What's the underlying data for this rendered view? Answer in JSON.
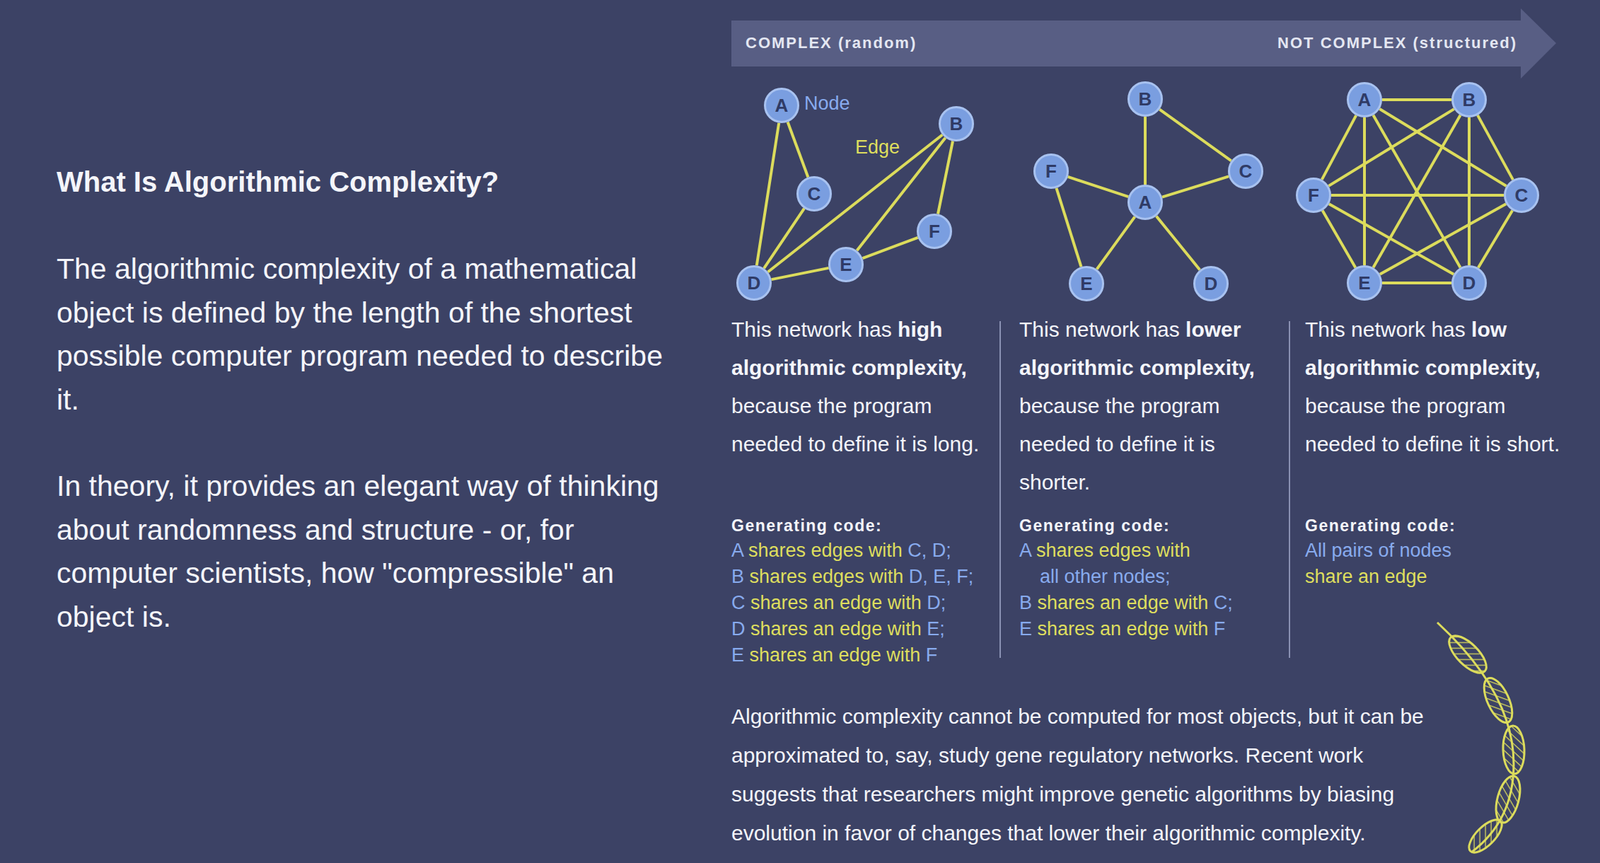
{
  "diagram": {
    "title": "What Is Algorithmic Complexity?",
    "nodes": [
      {
        "text": [
          "A"
        ]
      },
      {
        "text": [
          "B"
        ]
      },
      {
        "text": [
          "C"
        ]
      },
      {
        "text": [
          "D"
        ]
      },
      {
        "text": [
          "E"
        ]
      },
      {
        "text": [
          "F"
        ]
      },
      {
        "text": [
          "A"
        ]
      },
      {
        "text": [
          "B"
        ]
      },
      {
        "text": [
          "C"
        ]
      },
      {
        "text": [
          "D"
        ]
      },
      {
        "text": [
          "E"
        ]
      },
      {
        "text": [
          "F"
        ]
      },
      {
        "text": [
          "A"
        ]
      },
      {
        "text": [
          "B"
        ]
      },
      {
        "text": [
          "C"
        ]
      },
      {
        "text": [
          "D"
        ]
      },
      {
        "text": [
          "E"
        ]
      },
      {
        "text": [
          "F"
        ]
      }
    ],
    "edges": [
      {
        "from": 0,
        "to": 2,
        "arrow": "none"
      },
      {
        "from": 0,
        "to": 3,
        "arrow": "none"
      },
      {
        "from": 1,
        "to": 3,
        "arrow": "none"
      },
      {
        "from": 1,
        "to": 4,
        "arrow": "none"
      },
      {
        "from": 1,
        "to": 5,
        "arrow": "none"
      },
      {
        "from": 2,
        "to": 3,
        "arrow": "none"
      },
      {
        "from": 3,
        "to": 4,
        "arrow": "none"
      },
      {
        "from": 4,
        "to": 5,
        "arrow": "none"
      },
      {
        "from": 6,
        "to": 7,
        "arrow": "none"
      },
      {
        "from": 6,
        "to": 8,
        "arrow": "none"
      },
      {
        "from": 6,
        "to": 9,
        "arrow": "none"
      },
      {
        "from": 6,
        "to": 10,
        "arrow": "none"
      },
      {
        "from": 6,
        "to": 11,
        "arrow": "none"
      },
      {
        "from": 7,
        "to": 8,
        "arrow": "none"
      },
      {
        "from": 10,
        "to": 11,
        "arrow": "none"
      },
      {
        "from": 12,
        "to": 13,
        "arrow": "none"
      },
      {
        "from": 12,
        "to": 14,
        "arrow": "none"
      },
      {
        "from": 12,
        "to": 15,
        "arrow": "none"
      },
      {
        "from": 12,
        "to": 16,
        "arrow": "none"
      },
      {
        "from": 12,
        "to": 17,
        "arrow": "none"
      },
      {
        "from": 13,
        "to": 14,
        "arrow": "none"
      },
      {
        "from": 13,
        "to": 15,
        "arrow": "none"
      },
      {
        "from": 13,
        "to": 16,
        "arrow": "none"
      },
      {
        "from": 13,
        "to": 17,
        "arrow": "none"
      },
      {
        "from": 14,
        "to": 15,
        "arrow": "none"
      },
      {
        "from": 14,
        "to": 16,
        "arrow": "none"
      },
      {
        "from": 14,
        "to": 17,
        "arrow": "none"
      },
      {
        "from": 15,
        "to": 16,
        "arrow": "none"
      },
      {
        "from": 15,
        "to": 17,
        "arrow": "none"
      },
      {
        "from": 16,
        "to": 17,
        "arrow": "none"
      }
    ],
    "labels": [
      "The algorithmic complexity of a mathematical object is defined by the length of the shortest possible computer program needed to describe it.",
      "In theory, it provides an elegant way of thinking about randomness and structure - or, for computer scientists, how \"compressible\" an object is.",
      "COMPLEX (random)",
      "NOT COMPLEX (structured)",
      "Node",
      "Edge",
      "This network has",
      "high algorithmic complexity,",
      "because the program needed to define it is long.",
      "This network has",
      "lower algorithmic complexity,",
      "because the program needed to define it is shorter.",
      "This network has",
      "low algorithmic complexity,",
      "because the program needed to define it is short.",
      "Generating code:",
      "A",
      "shares edges with",
      "C, D;",
      "B",
      "shares edges with",
      "D, E, F;",
      "C",
      "shares an edge with",
      "D;",
      "D",
      "shares an edge with",
      "E;",
      "E",
      "shares an edge with",
      "F",
      "Generating code:",
      "A",
      "shares edges with",
      "all other nodes;",
      "B",
      "shares an edge with",
      "C;",
      "E",
      "shares an edge with",
      "F",
      "Generating code:",
      "All pairs of nodes",
      "share an edge",
      "Algorithmic complexity cannot be computed for most objects, but it can be approximated to, say, study gene regulatory networks. Recent work suggests that researchers might improve genetic algorithms by biasing evolution in favor of changes that lower their algorithmic complexity."
    ]
  }
}
